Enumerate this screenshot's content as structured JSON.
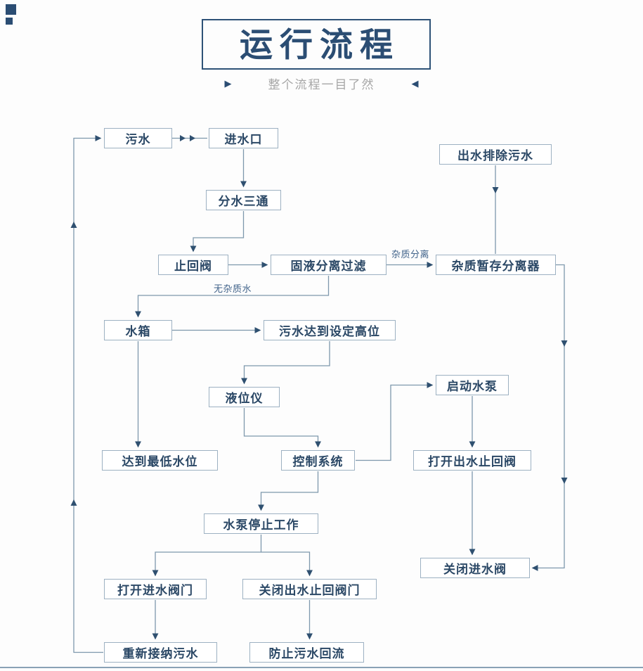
{
  "title_block": {
    "title": "运行流程",
    "subtitle": "整个流程一目了然",
    "left_marker": "▶",
    "right_marker": "◀"
  },
  "flowchart": {
    "nodes": [
      {
        "id": "sewage",
        "label": "污水"
      },
      {
        "id": "water-inlet",
        "label": "进水口"
      },
      {
        "id": "outlet-discharge",
        "label": "出水排除污水"
      },
      {
        "id": "water-tee",
        "label": "分水三通"
      },
      {
        "id": "check-valve",
        "label": "止回阀"
      },
      {
        "id": "solid-liquid-filter",
        "label": "固液分离过滤"
      },
      {
        "id": "impurity-separator",
        "label": "杂质暂存分离器"
      },
      {
        "id": "water-tank",
        "label": "水箱"
      },
      {
        "id": "high-level",
        "label": "污水达到设定高位"
      },
      {
        "id": "level-gauge",
        "label": "液位仪"
      },
      {
        "id": "start-pump",
        "label": "启动水泵"
      },
      {
        "id": "low-level",
        "label": "达到最低水位"
      },
      {
        "id": "control-system",
        "label": "控制系统"
      },
      {
        "id": "open-outlet-valve",
        "label": "打开出水止回阀"
      },
      {
        "id": "pump-stop",
        "label": "水泵停止工作"
      },
      {
        "id": "close-inlet-valve",
        "label": "关闭进水阀"
      },
      {
        "id": "open-inlet-valve",
        "label": "打开进水阀门"
      },
      {
        "id": "close-outlet-valve",
        "label": "关闭出水止回阀门"
      },
      {
        "id": "reaccept-sewage",
        "label": "重新接纳污水"
      },
      {
        "id": "prevent-backflow",
        "label": "防止污水回流"
      }
    ],
    "edge_labels": [
      {
        "id": "impurity-separation",
        "label": "杂质分离"
      },
      {
        "id": "impurity-free-water",
        "label": "无杂质水"
      }
    ]
  },
  "colors": {
    "accent": "#2b4d73",
    "line": "#7e98ad",
    "arrow": "#2f5070",
    "box_border": "#9db1c2",
    "box_text": "#2b4866",
    "subtitle_text": "#a6a6a6"
  }
}
